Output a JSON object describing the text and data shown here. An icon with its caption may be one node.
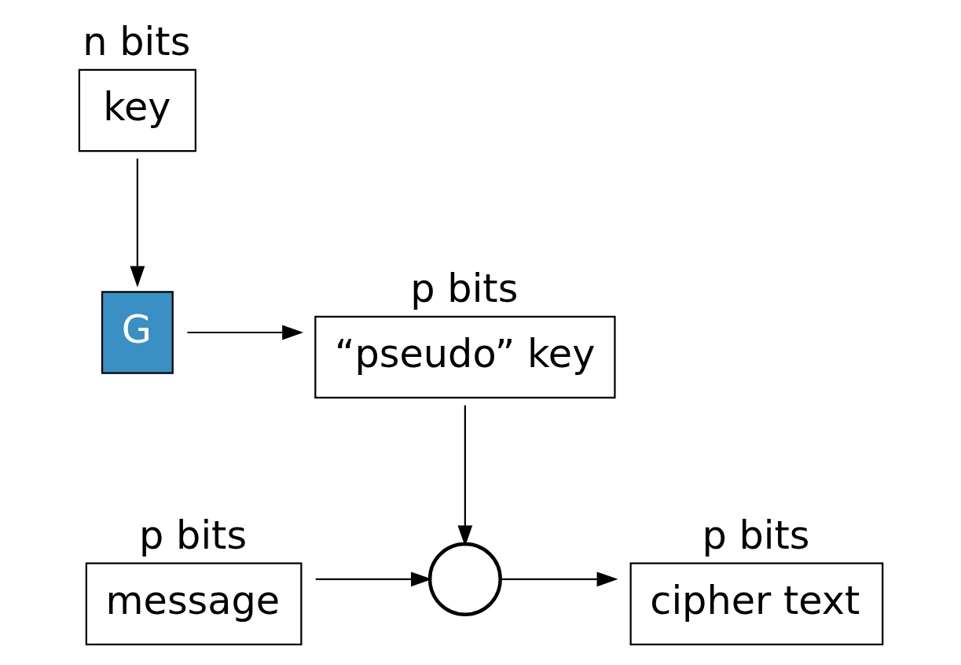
{
  "diagram": {
    "nodes": [
      {
        "text": [
          "key"
        ],
        "beside": [
          "n bits"
        ]
      },
      {
        "text": [
          "G"
        ]
      },
      {
        "text": [
          "“pseudo” key"
        ],
        "beside": [
          "p bits"
        ]
      },
      {
        "text": [
          "message"
        ],
        "beside": [
          "p bits"
        ]
      },
      {
        "text": [],
        "shape": "circle"
      },
      {
        "text": [
          "cipher text"
        ],
        "beside": [
          "p bits"
        ]
      }
    ],
    "edges": [
      {
        "from": 0,
        "to": 1,
        "arrow": "to"
      },
      {
        "from": 1,
        "to": 2,
        "arrow": "to"
      },
      {
        "from": 2,
        "to": 4,
        "arrow": "to"
      },
      {
        "from": 3,
        "to": 4,
        "arrow": "to"
      },
      {
        "from": 4,
        "to": 5,
        "arrow": "to"
      }
    ]
  }
}
